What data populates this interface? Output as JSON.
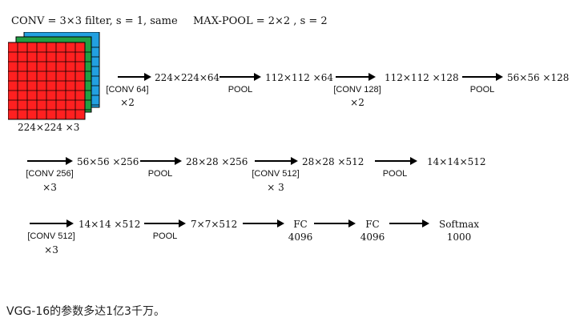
{
  "header": {
    "conv_note": "CONV = 3×3 filter, s = 1, same",
    "pool_note": "MAX-POOL = 2×2 , s = 2"
  },
  "input": {
    "label": "224×224 ×3",
    "colors": {
      "red": "#ff2020",
      "green": "#22a045",
      "blue": "#22a0e0",
      "grid": "#000000"
    }
  },
  "row1": {
    "op1_name": "[CONV 64]",
    "op1_mult": "×2",
    "out1": "224×224×64",
    "op2_name": "POOL",
    "out2": "112×112 ×64",
    "op3_name": "[CONV 128]",
    "op3_mult": "×2",
    "out3": "112×112 ×128",
    "op4_name": "POOL",
    "out4": "56×56 ×128"
  },
  "row2": {
    "op1_name": "[CONV 256]",
    "op1_mult": "×3",
    "out1": "56×56 ×256",
    "op2_name": "POOL",
    "out2": "28×28 ×256",
    "op3_name": "[CONV 512]",
    "op3_mult": "× 3",
    "out3": "28×28 ×512",
    "op4_name": "POOL",
    "out4": "14×14×512"
  },
  "row3": {
    "op1_name": "[CONV 512]",
    "op1_mult": "×3",
    "out1": "14×14 ×512",
    "op2_name": "POOL",
    "out2": "7×7×512",
    "fc1_name": "FC",
    "fc1_size": "4096",
    "fc2_name": "FC",
    "fc2_size": "4096",
    "softmax_name": "Softmax",
    "softmax_size": "1000"
  },
  "caption": "VGG-16的参数多达1亿3千万。"
}
